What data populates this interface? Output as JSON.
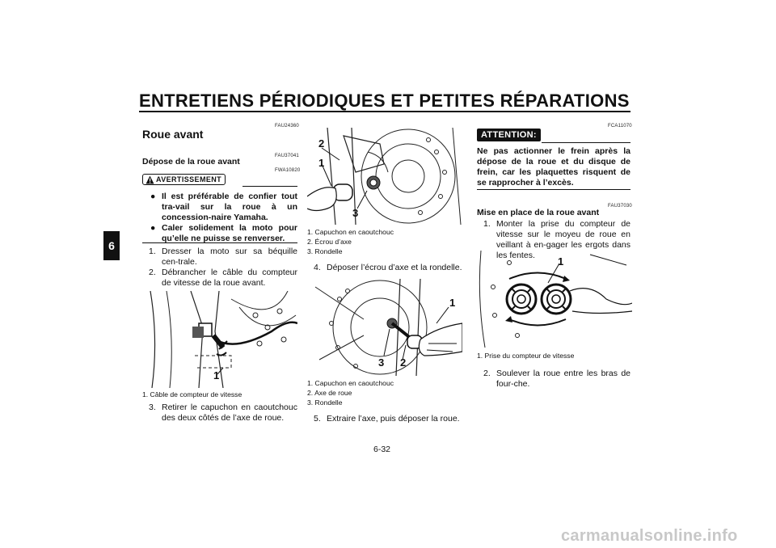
{
  "header": {
    "title": "ENTRETIENS PÉRIODIQUES ET PETITES RÉPARATIONS"
  },
  "side_tab": "6",
  "footer": {
    "page_number": "6-32"
  },
  "watermark": "carmanualsonline.info",
  "col1": {
    "code_section": "FAU24360",
    "section_title": "Roue avant",
    "code_sub": "FAU37041",
    "subtitle": "Dépose de la roue avant",
    "warning_label": "AVERTISSEMENT",
    "code_warning": "FWA10820",
    "warning_items": [
      "Il est préférable de confier tout tra-vail sur la roue à un concession-naire Yamaha.",
      "Caler solidement la moto pour qu’elle ne puisse se renverser."
    ],
    "steps": [
      {
        "num": "1.",
        "text": "Dresser la moto sur sa béquille cen-trale."
      },
      {
        "num": "2.",
        "text": "Débrancher le câble du compteur de vitesse de la roue avant."
      }
    ],
    "figure_callout": "1",
    "caption": "1.  Câble de compteur de vitesse",
    "step3": {
      "num": "3.",
      "text": "Retirer le capuchon en caoutchouc des deux côtés de l’axe de roue."
    }
  },
  "col2": {
    "figure1_callouts": [
      "2",
      "1",
      "3"
    ],
    "captions1": [
      "1.  Capuchon en caoutchouc",
      "2.  Écrou d’axe",
      "3.  Rondelle"
    ],
    "step4": {
      "num": "4.",
      "text": "Déposer l’écrou d’axe et la rondelle."
    },
    "figure2_callouts": [
      "1",
      "3",
      "2"
    ],
    "captions2": [
      "1.  Capuchon en caoutchouc",
      "2.  Axe de roue",
      "3.  Rondelle"
    ],
    "step5": {
      "num": "5.",
      "text": "Extraire l’axe, puis déposer la roue."
    }
  },
  "col3": {
    "code_attention": "FCA11070",
    "attention_label": "ATTENTION:",
    "attention_text": "Ne pas actionner le frein après la dépose de la roue et du disque de frein, car les plaquettes risquent de se rapprocher à l’excès.",
    "code_sub": "FAU37030",
    "subtitle": "Mise en place de la roue avant",
    "step1": {
      "num": "1.",
      "text": "Monter la prise du compteur de vitesse sur le moyeu de roue en veillant à en-gager les ergots dans les fentes."
    },
    "figure_callout": "1",
    "caption": "1.  Prise du compteur de vitesse",
    "step2": {
      "num": "2.",
      "text": "Soulever la roue entre les bras de four-che."
    }
  }
}
